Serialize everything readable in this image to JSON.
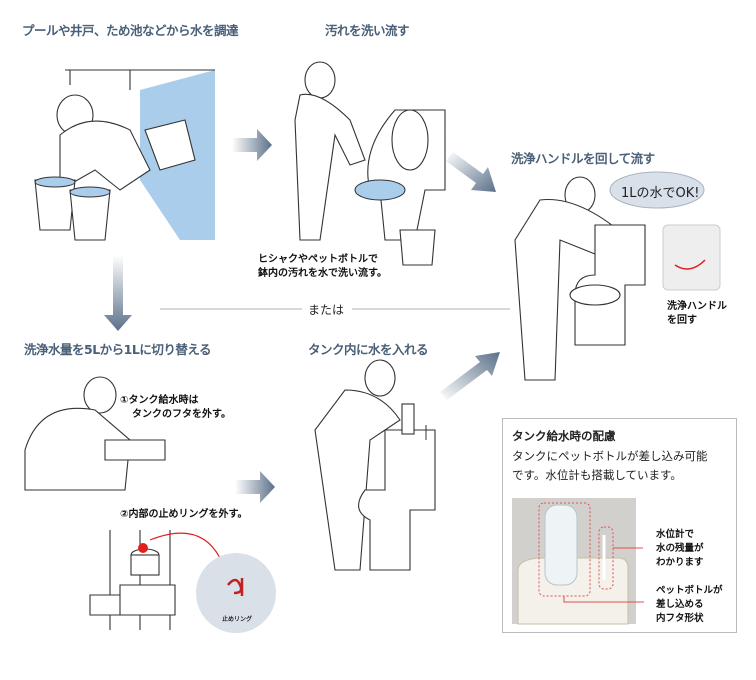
{
  "steps": {
    "collect_water": "プールや井戸、ため池などから水を調達",
    "wash": "汚れを洗い流す",
    "wash_caption_1": "ヒシャクやペットボトルで",
    "wash_caption_2": "鉢内の汚れを水で洗い流す。",
    "flush": "洗浄ハンドルを回して流す",
    "bubble": "1Lの水でOK!",
    "handle_caption_1": "洗浄ハンドル",
    "handle_caption_2": "を回す",
    "or": "または",
    "switch": "洗浄水量を5Lから1Lに切り替える",
    "switch_step1_1": "①タンク給水時は",
    "switch_step1_2": "タンクのフタを外す。",
    "switch_step2": "②内部の止めリングを外す。",
    "ring_label": "止めリング",
    "fill_tank": "タンク内に水を入れる"
  },
  "note": {
    "title": "タンク給水時の配慮",
    "body_1": "タンクにペットボトルが差し込み可能",
    "body_2": "です。水位計も搭載しています。",
    "gauge_caption": [
      "水位計で",
      "水の残量が",
      "わかります"
    ],
    "lid_caption": [
      "ペットボトルが",
      "差し込める",
      "内フタ形状"
    ]
  },
  "colors": {
    "heading": "#4a6078",
    "water": "#a9cdea",
    "accent_red": "#e02020",
    "arrow": "#5a7089"
  }
}
